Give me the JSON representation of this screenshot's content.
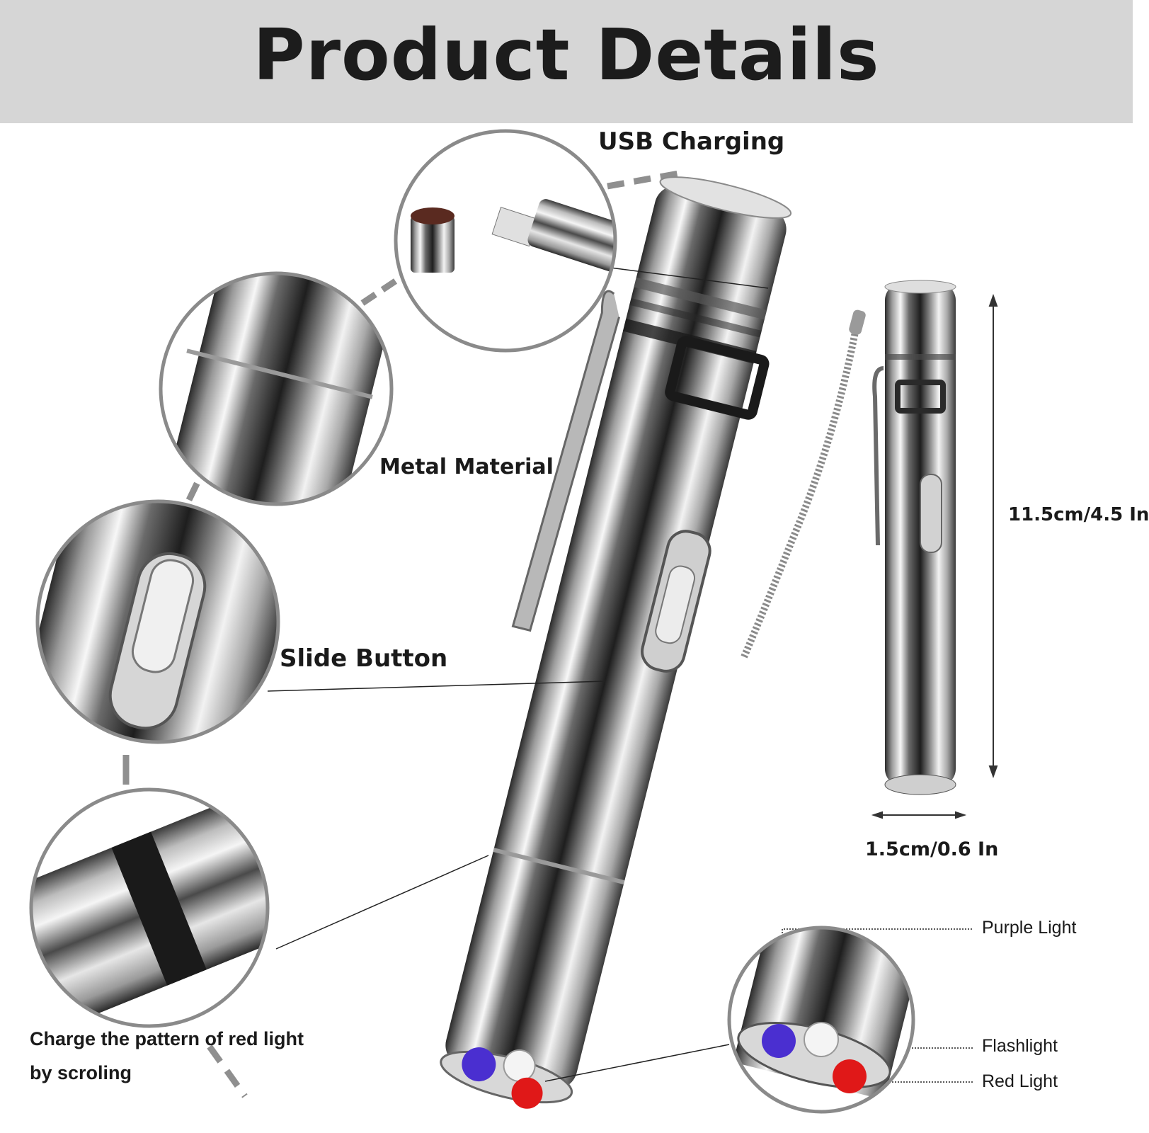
{
  "header": {
    "title": "Product Details"
  },
  "callouts": {
    "usb_charging": "USB Charging",
    "metal_material": "Metal Material",
    "slide_button": "Slide Button",
    "pattern_note": "Charge the pattern of red light by scroling",
    "length": "11.5cm/4.5 In",
    "diameter": "1.5cm/0.6 In",
    "purple_light": "Purple Light",
    "flashlight": "Flashlight",
    "red_light": "Red Light"
  },
  "colors": {
    "header_bg": "#d6d6d6",
    "purple_led": "#4a2fd0",
    "red_led": "#e01818",
    "white_led": "#f4f4f4",
    "ring_gray": "#8a8a8a"
  }
}
